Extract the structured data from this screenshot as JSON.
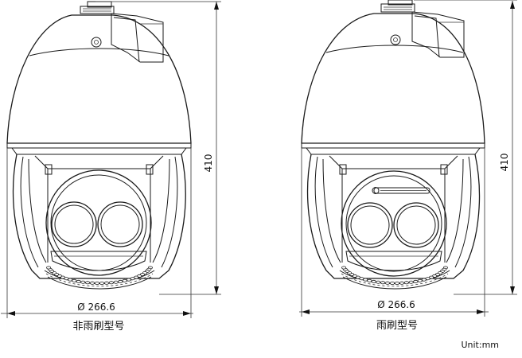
{
  "left_camera": {
    "height_dim": "410",
    "width_dim": "Ø 266.6",
    "caption": "非雨刷型号"
  },
  "right_camera": {
    "height_dim": "410",
    "width_dim": "Ø 266.6",
    "caption": "雨刷型号"
  },
  "unit_label": "Unit:mm"
}
